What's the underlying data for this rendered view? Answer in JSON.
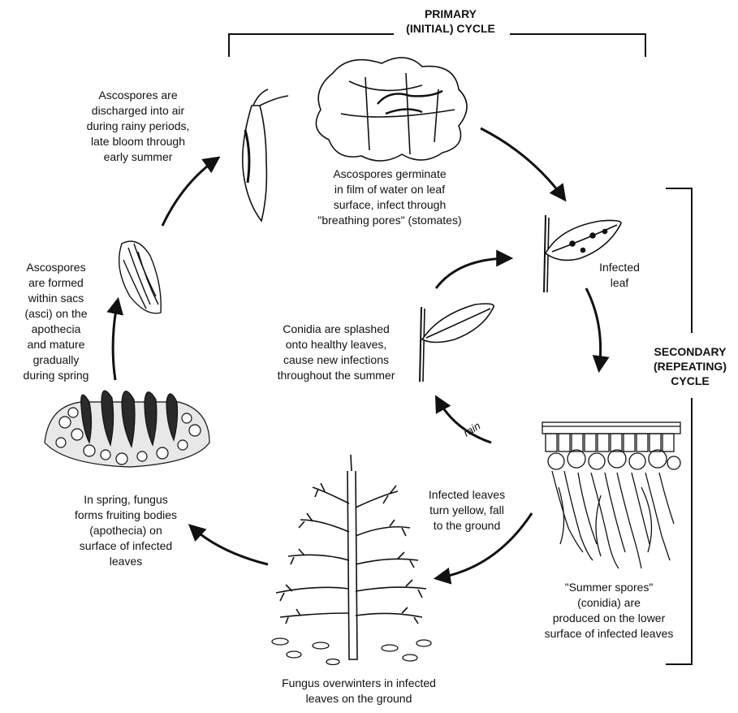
{
  "headers": {
    "primary": [
      "PRIMARY",
      "(INITIAL) CYCLE"
    ],
    "secondary": [
      "SECONDARY",
      "(REPEATING)",
      "CYCLE"
    ]
  },
  "labels": {
    "discharge": [
      "Ascospores are",
      "discharged into air",
      "during rainy periods,",
      "late bloom through",
      "early summer"
    ],
    "germinate": [
      "Ascospores germinate",
      "in film of water on leaf",
      "surface, infect through",
      "\"breathing pores\" (stomates)"
    ],
    "infected_leaf": [
      "Infected",
      "leaf"
    ],
    "formed": [
      "Ascospores",
      "are formed",
      "within sacs",
      "(asci) on the",
      "apothecia",
      "and mature",
      "gradually",
      "during spring"
    ],
    "conidia_splash": [
      "Conidia are splashed",
      "onto healthy leaves,",
      "cause new infections",
      "throughout the summer"
    ],
    "rain": "rain",
    "fruiting": [
      "In spring, fungus",
      "forms fruiting bodies",
      "(apothecia) on",
      "surface of infected",
      "leaves"
    ],
    "yellow": [
      "Infected leaves",
      "turn yellow, fall",
      "to the ground"
    ],
    "summer_spores": [
      "\"Summer spores\"",
      "(conidia) are",
      "produced on the lower",
      "surface of infected leaves"
    ],
    "overwinter": [
      "Fungus overwinters in infected",
      "leaves on the ground"
    ]
  }
}
